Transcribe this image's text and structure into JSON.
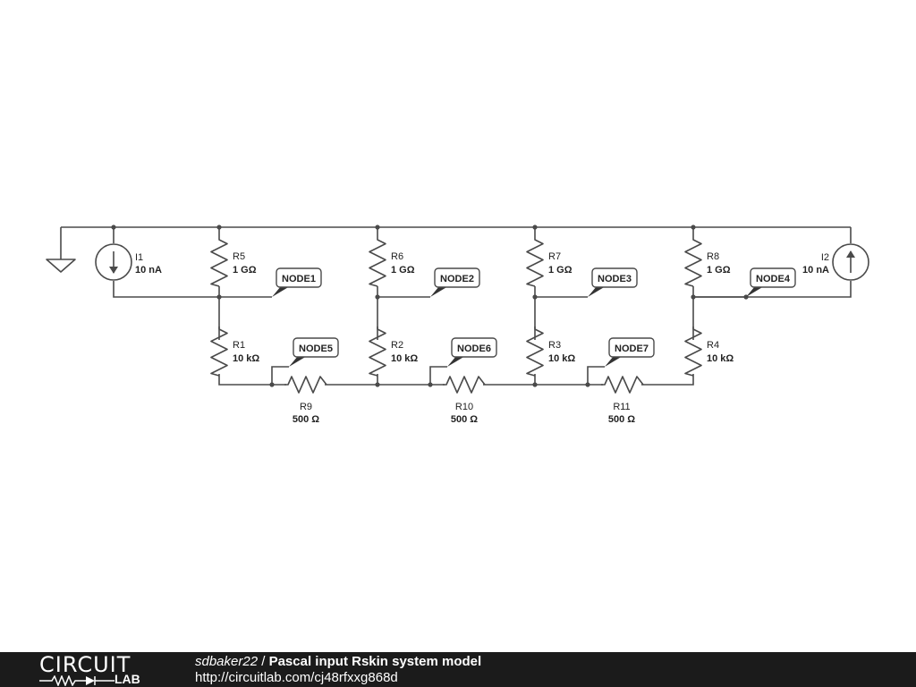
{
  "components": {
    "sources": [
      {
        "id": "src-i1",
        "ref": "I1",
        "value": "10 nA",
        "direction": "down"
      },
      {
        "id": "src-i2",
        "ref": "I2",
        "value": "10 nA",
        "direction": "up"
      }
    ],
    "resistors": [
      {
        "id": "res-r5",
        "ref": "R5",
        "value": "1 GΩ"
      },
      {
        "id": "res-r6",
        "ref": "R6",
        "value": "1 GΩ"
      },
      {
        "id": "res-r7",
        "ref": "R7",
        "value": "1 GΩ"
      },
      {
        "id": "res-r8",
        "ref": "R8",
        "value": "1 GΩ"
      },
      {
        "id": "res-r1",
        "ref": "R1",
        "value": "10 kΩ"
      },
      {
        "id": "res-r2",
        "ref": "R2",
        "value": "10 kΩ"
      },
      {
        "id": "res-r3",
        "ref": "R3",
        "value": "10 kΩ"
      },
      {
        "id": "res-r4",
        "ref": "R4",
        "value": "10 kΩ"
      },
      {
        "id": "res-r9",
        "ref": "R9",
        "value": "500 Ω"
      },
      {
        "id": "res-r10",
        "ref": "R10",
        "value": "500 Ω"
      },
      {
        "id": "res-r11",
        "ref": "R11",
        "value": "500 Ω"
      }
    ],
    "net_labels": [
      "NODE1",
      "NODE2",
      "NODE3",
      "NODE4",
      "NODE5",
      "NODE6",
      "NODE7"
    ]
  },
  "footer": {
    "logo_top": "CIRCUIT",
    "logo_bottom": "LAB",
    "author": "sdbaker22",
    "separator": " / ",
    "title": "Pascal input Rskin system model",
    "url": "http://circuitlab.com/cj48rfxxg868d",
    "background": "#1b1b1b"
  }
}
